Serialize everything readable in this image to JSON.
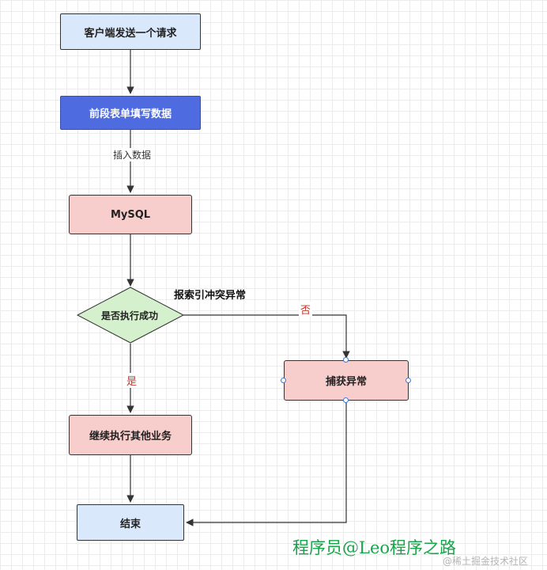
{
  "nodes": {
    "client_request": "客户端发送一个请求",
    "frontend_form": "前段表单填写数据",
    "mysql": "MySQL",
    "decision": "是否执行成功",
    "catch_exception": "捕获异常",
    "continue_business": "继续执行其他业务",
    "end": "结束"
  },
  "edge_labels": {
    "insert_data": "插入数据",
    "no": "否",
    "yes": "是",
    "index_conflict": "报索引冲突异常"
  },
  "watermark": {
    "author": "程序员@Leo程序之路",
    "platform": "@稀土掘金技术社区"
  },
  "colors": {
    "light_blue": "#dae8fc",
    "dark_blue": "#4f6be0",
    "pink": "#f8cecc",
    "decision_green": "#d5f0cd",
    "watermark_green": "#17a44a"
  }
}
